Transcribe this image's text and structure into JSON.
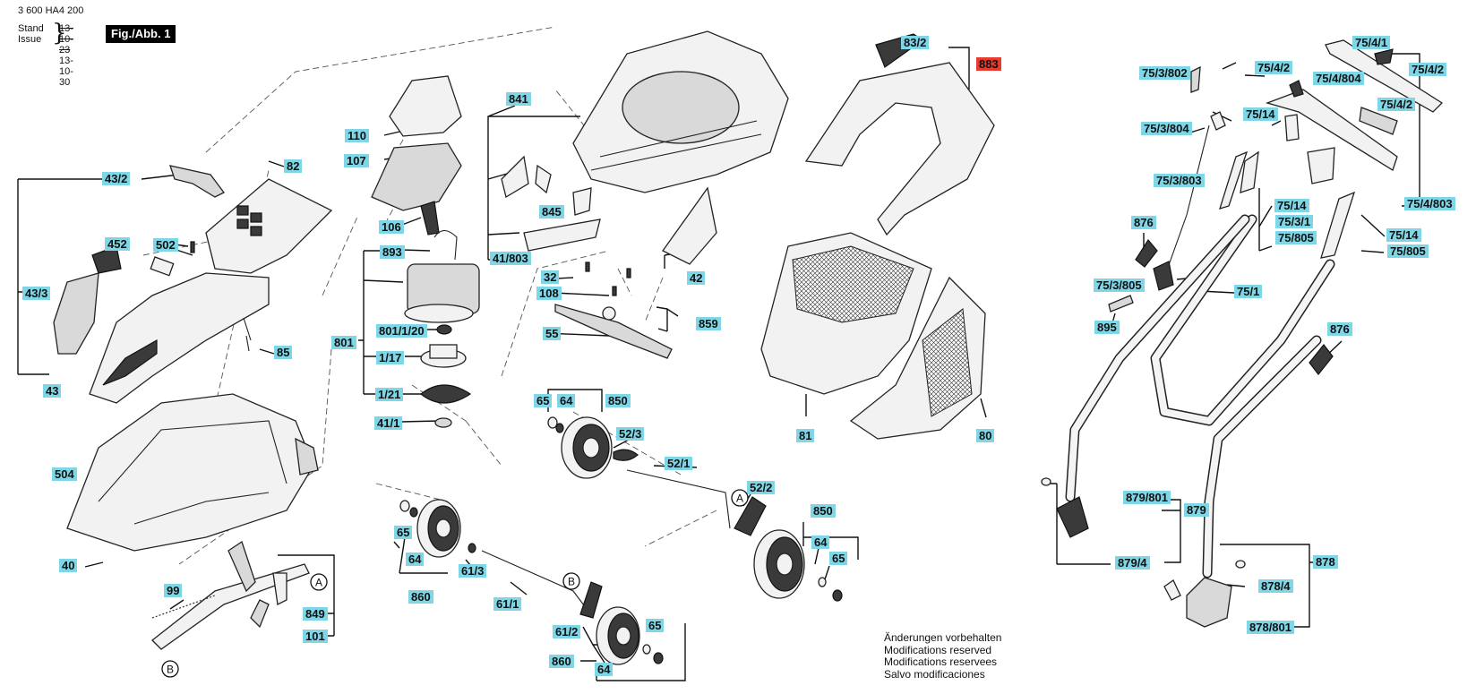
{
  "header": {
    "doc_no": "3 600 HA4 200",
    "stand_label": "Stand",
    "issue_label": "Issue",
    "stand_date": "13-10-23",
    "issue_date": "13-10-30",
    "fig_label": "Fig./Abb. 1"
  },
  "labels": {
    "l_83_2": "83/2",
    "l_883": "883",
    "l_841": "841",
    "l_110": "110",
    "l_107": "107",
    "l_106": "106",
    "l_893": "893",
    "l_801": "801",
    "l_801_1_20": "801/1/20",
    "l_1_17": "1/17",
    "l_1_21": "1/21",
    "l_41_1": "41/1",
    "l_845": "845",
    "l_41_803": "41/803",
    "l_32": "32",
    "l_42": "42",
    "l_108": "108",
    "l_859": "859",
    "l_55": "55",
    "l_43_2": "43/2",
    "l_82": "82",
    "l_452": "452",
    "l_502": "502",
    "l_43_3": "43/3",
    "l_85": "85",
    "l_43": "43",
    "l_504": "504",
    "l_40": "40",
    "l_99": "99",
    "l_849": "849",
    "l_101": "101",
    "l_65_a": "65",
    "l_64_a": "64",
    "l_850_a": "850",
    "l_52_3": "52/3",
    "l_52_1": "52/1",
    "l_52_2": "52/2",
    "l_850_b": "850",
    "l_64_b": "64",
    "l_65_b": "65",
    "l_65_c": "65",
    "l_64_c": "64",
    "l_860_a": "860",
    "l_61_3": "61/3",
    "l_61_1": "61/1",
    "l_61_2": "61/2",
    "l_860_b": "860",
    "l_64_d": "64",
    "l_65_d": "65",
    "l_81": "81",
    "l_80": "80",
    "l_75_4_1": "75/4/1",
    "l_75_4_2_a": "75/4/2",
    "l_75_4_2_b": "75/4/2",
    "l_75_3_802": "75/3/802",
    "l_75_4_804": "75/4/804",
    "l_75_4_2_c": "75/4/2",
    "l_75_14_a": "75/14",
    "l_75_3_804": "75/3/804",
    "l_75_3_803": "75/3/803",
    "l_75_14_b": "75/14",
    "l_75_4_803": "75/4/803",
    "l_75_3_1": "75/3/1",
    "l_75_14_c": "75/14",
    "l_876_a": "876",
    "l_75_805_a": "75/805",
    "l_75_805_b": "75/805",
    "l_75_3_805": "75/3/805",
    "l_75_1": "75/1",
    "l_895": "895",
    "l_876_b": "876",
    "l_879_801": "879/801",
    "l_879": "879",
    "l_879_4": "879/4",
    "l_878": "878",
    "l_878_4": "878/4",
    "l_878_801": "878/801"
  },
  "callouts": {
    "a1": "A",
    "a2": "A",
    "b1": "B",
    "b2": "B"
  },
  "notice": {
    "de": "Änderungen vorbehalten",
    "en": "Modifications reserved",
    "fr": "Modifications reservees",
    "es": "Salvo modificaciones"
  },
  "colors": {
    "label_bg": "#7fd6e6",
    "highlight_bg": "#e63b2e"
  }
}
